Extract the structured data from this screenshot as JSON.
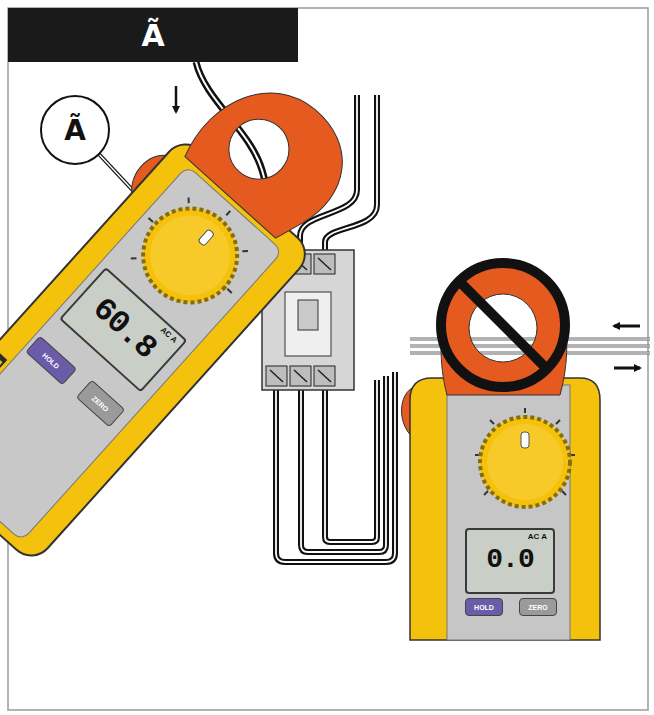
{
  "diagram": {
    "title": "Ã",
    "nodes": [
      {
        "text": [
          "Ã"
        ]
      },
      {
        "text": [
          "AC A",
          "60.8"
        ]
      },
      {
        "text": [
          "HOLD"
        ]
      },
      {
        "text": [
          "ZERO"
        ]
      },
      {
        "text": [
          "AC A",
          "0.0"
        ]
      },
      {
        "text": [
          "HOLD"
        ]
      },
      {
        "text": [
          "ZERO"
        ]
      }
    ]
  }
}
